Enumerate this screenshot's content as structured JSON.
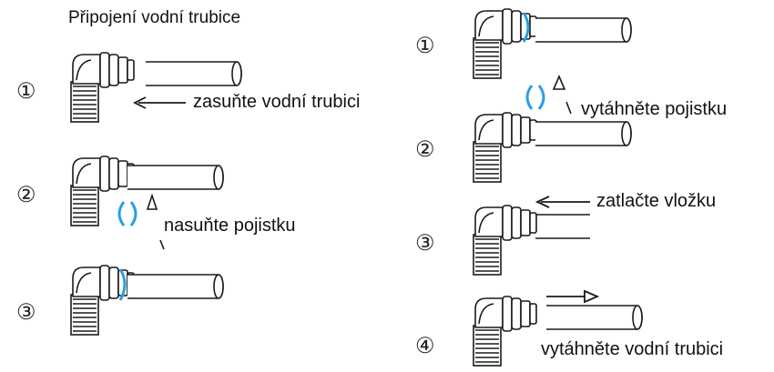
{
  "title": "Připojení vodní trubice",
  "left_steps": [
    {
      "num": "①",
      "label": "zasuňte vodní trubici"
    },
    {
      "num": "②",
      "label": "nasuňte pojistku"
    },
    {
      "num": "③",
      "label": ""
    }
  ],
  "right_steps": [
    {
      "num": "①",
      "label": ""
    },
    {
      "num": "②",
      "label": "vytáhněte pojistku"
    },
    {
      "num": "③",
      "label": "zatlačte vložku"
    },
    {
      "num": "④",
      "label": "vytáhněte vodní trubici"
    }
  ],
  "colors": {
    "clip": "#2a9fe0",
    "line": "#1a1a1a"
  }
}
